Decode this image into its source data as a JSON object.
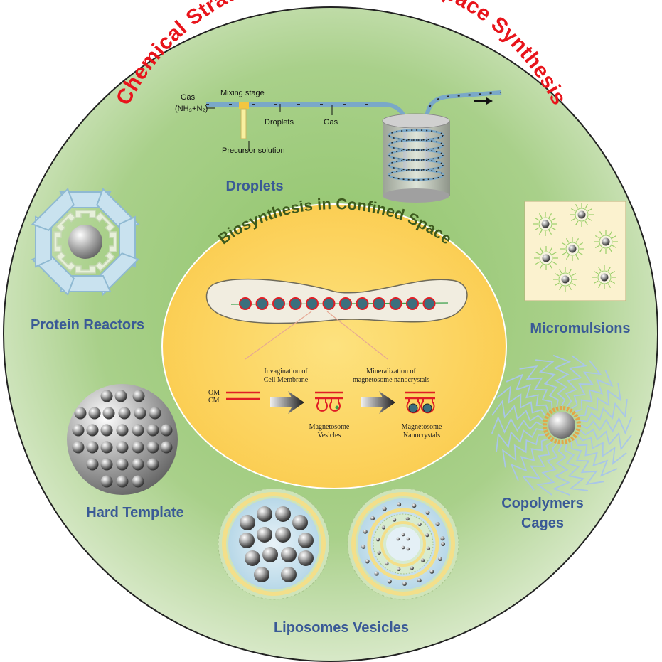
{
  "title": "Chemical Strategies for Confined-space Synthesis",
  "center_title": "Biosynthesis in Confined Space",
  "colors": {
    "outer_green": "#9fcb7a",
    "center_yellow": "#fdd45c",
    "title_red": "#e8141b",
    "label_blue": "#3a5a96",
    "center_title_green": "#3d5a1e",
    "membrane_red": "#e01e25"
  },
  "sections": {
    "droplets": {
      "label": "Droplets",
      "gas_label": "Gas",
      "gas_formula": "(NH₃+N₂)",
      "mixing_stage": "Mixing stage",
      "droplets_label": "Droplets",
      "gas_label_2": "Gas",
      "precursor": "Precursor solution"
    },
    "protein_reactors": {
      "label": "Protein Reactors"
    },
    "micromulsions": {
      "label": "Micromulsions"
    },
    "hard_template": {
      "label": "Hard Template"
    },
    "copolymers_cages": {
      "label_line1": "Copolymers",
      "label_line2": "Cages"
    },
    "liposomes_vesicles": {
      "label": "Liposomes Vesicles"
    }
  },
  "biosynthesis": {
    "om": "OM",
    "cm": "CM",
    "step1_line1": "Invagination of",
    "step1_line2": "Cell Membrane",
    "step2_line1": "Mineralization of",
    "step2_line2": "magnetosome nanocrystals",
    "result1_line1": "Magnetosome",
    "result1_line2": "Vesicles",
    "result2_line1": "Magnetosome",
    "result2_line2": "Nanocrystals"
  }
}
